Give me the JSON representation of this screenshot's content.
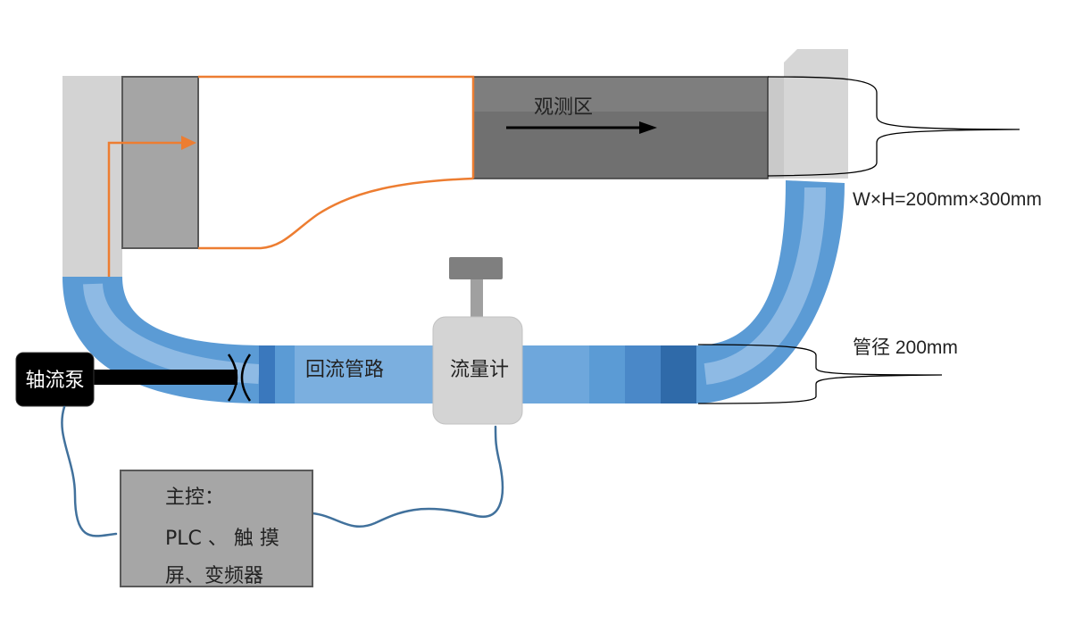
{
  "observation_section": {
    "label": "观测区",
    "dimension_label": "W×H=200mm×300mm"
  },
  "return_pipe": {
    "label": "回流管路",
    "diameter_label": "管径 200mm"
  },
  "flow_meter": {
    "label": "流量计"
  },
  "axial_pump": {
    "label": "轴流泵"
  },
  "main_control": {
    "lines": [
      "主控：",
      "PLC 、 触 摸",
      "屏、变频器"
    ]
  },
  "colors": {
    "flow_path": "#ED7D31",
    "pipe": "#5B9BD5",
    "signal_wire": "#41719C",
    "pump": "#000000",
    "control_box": "#A6A6A6",
    "observation_section": "#707070"
  }
}
